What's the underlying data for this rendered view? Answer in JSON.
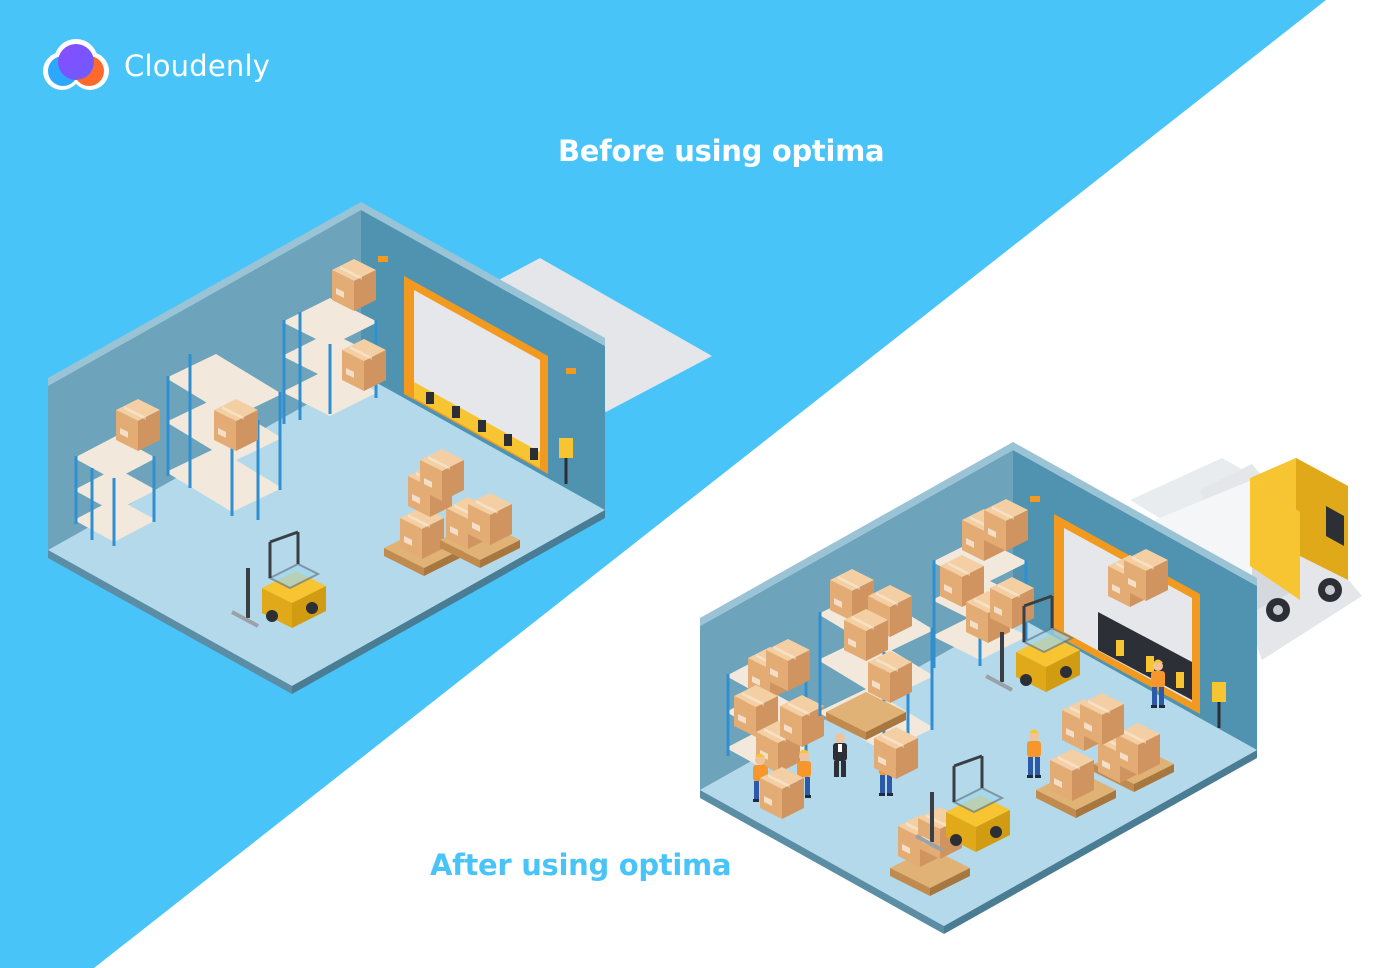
{
  "brand": {
    "name": "Cloudenly",
    "icon": "cloud-logo-icon"
  },
  "headings": {
    "before": "Before using optima",
    "after": "After using optima"
  },
  "colors": {
    "background_blue": "#48c4f8",
    "background_white": "#ffffff",
    "wall": "#5b9bb5",
    "wall_dark": "#4a88a2",
    "floor": "#b4d9ea",
    "shelf_blue": "#2f8fd0",
    "shelf_board": "#f2e8dc",
    "box": "#e8b886",
    "door_frame": "#f29a1f",
    "forklift": "#f6c531",
    "worker_vest": "#f7962a",
    "worker_pants": "#2c5aa8",
    "truck_cab": "#f6c531"
  },
  "illustrations": {
    "before": "warehouse-before-illustration",
    "after": "warehouse-after-illustration"
  }
}
